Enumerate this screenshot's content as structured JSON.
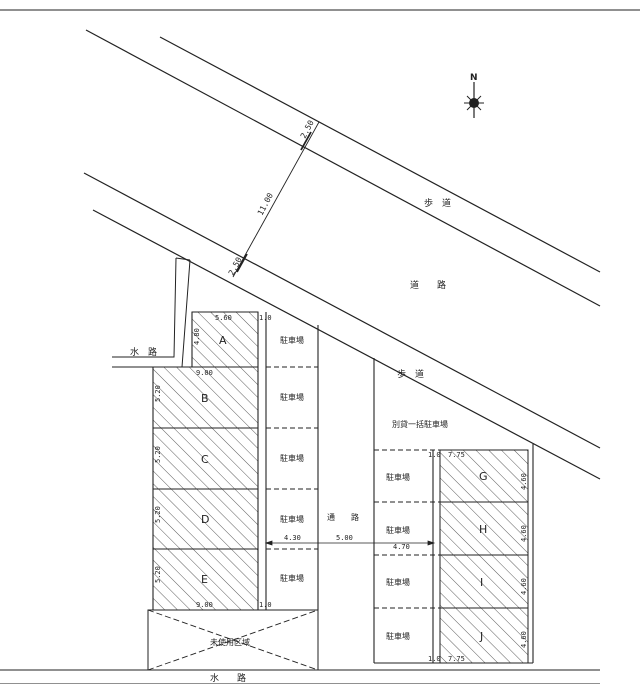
{
  "labels": {
    "sidewalk_top": "歩　道",
    "road": "道　　路",
    "sidewalk_bottom": "歩　道",
    "waterway_left": "水　路",
    "waterway_bottom": "水　　路",
    "lane": "通　　路",
    "unused_area": "未使用区域",
    "separate_contract_parking": "別貸一括駐車場",
    "parking": "駐車場",
    "north": "N"
  },
  "plots": {
    "left": [
      "A",
      "B",
      "C",
      "D",
      "E"
    ],
    "right": [
      "G",
      "H",
      "I",
      "J"
    ]
  },
  "dimensions": {
    "sidewalk_width_top": "2.50",
    "road_width": "11.00",
    "sidewalk_width_bottom": "2.50",
    "plot_a_width": "5.60",
    "plot_a_height": "4.80",
    "plot_left_width": "9.00",
    "plot_left_height": "5.20",
    "small_gap": "1.0",
    "left_parking_width": "4.30",
    "lane_width": "5.00",
    "right_parking_width": "4.70",
    "plot_right_width": "7.75",
    "plot_right_height": "4.60"
  },
  "colors": {
    "line": "#222222",
    "hatch": "#333333",
    "background": "#ffffff"
  }
}
